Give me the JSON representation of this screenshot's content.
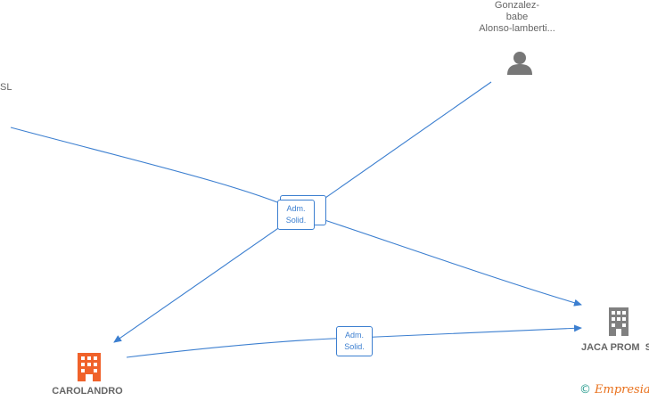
{
  "nodes": {
    "person": {
      "label_lines": [
        "Gonzalez-",
        "babe",
        "Alonso-lamberti..."
      ]
    },
    "left_company": {
      "label": "SL"
    },
    "carolandro": {
      "label": "CAROLANDRO"
    },
    "jaca": {
      "label": "JACA PROM  S"
    }
  },
  "edges": {
    "center_badge": {
      "line1": "Adm.",
      "line2": "Solid."
    },
    "bottom_badge": {
      "line1": "Adm.",
      "line2": "Solid."
    }
  },
  "watermark": {
    "symbol": "©",
    "brand": "Empresia"
  },
  "colors": {
    "edge": "#3c7fd0",
    "node_label": "#666666",
    "person_icon": "#777777",
    "company_gray": "#808080",
    "company_orange": "#f0622a",
    "brand_orange": "#e9711c"
  }
}
